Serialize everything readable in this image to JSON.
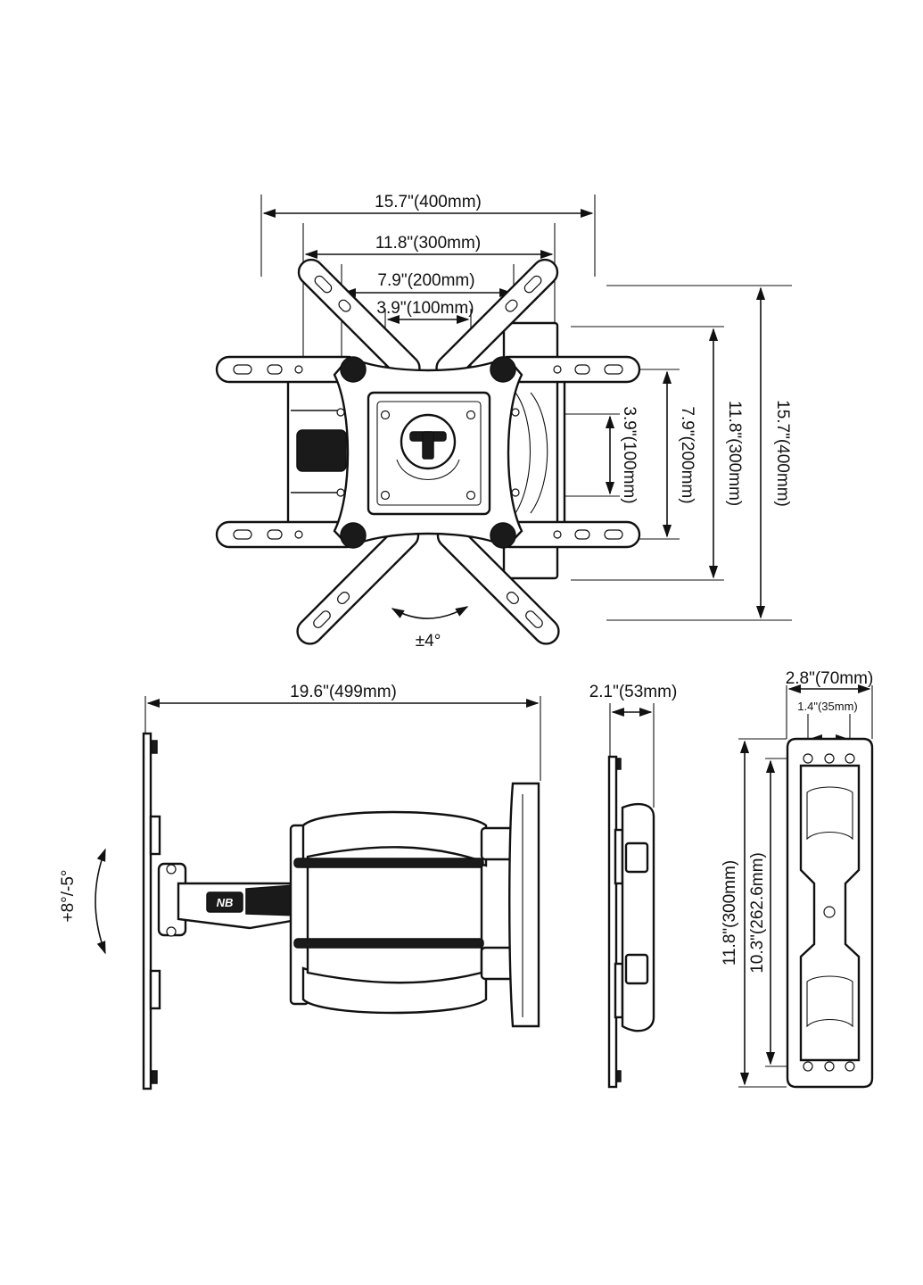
{
  "top_view": {
    "dim_400_h": "15.7\"(400mm)",
    "dim_300_h": "11.8\"(300mm)",
    "dim_200_h": "7.9\"(200mm)",
    "dim_100_h": "3.9\"(100mm)",
    "dim_100_v": "3.9\"(100mm)",
    "dim_200_v": "7.9\"(200mm)",
    "dim_300_v": "11.8\"(300mm)",
    "dim_400_v": "15.7\"(400mm)",
    "rotation": "±4°"
  },
  "side_view": {
    "extension": "19.6\"(499mm)",
    "tilt": "+8°/-5°",
    "logo": "NB"
  },
  "profile_view": {
    "depth": "2.1\"(53mm)"
  },
  "wall_plate": {
    "width": "2.8\"(70mm)",
    "hole_spacing": "1.4\"(35mm)",
    "height": "11.8\"(300mm)",
    "hole_height": "10.3\"(262.6mm)"
  }
}
